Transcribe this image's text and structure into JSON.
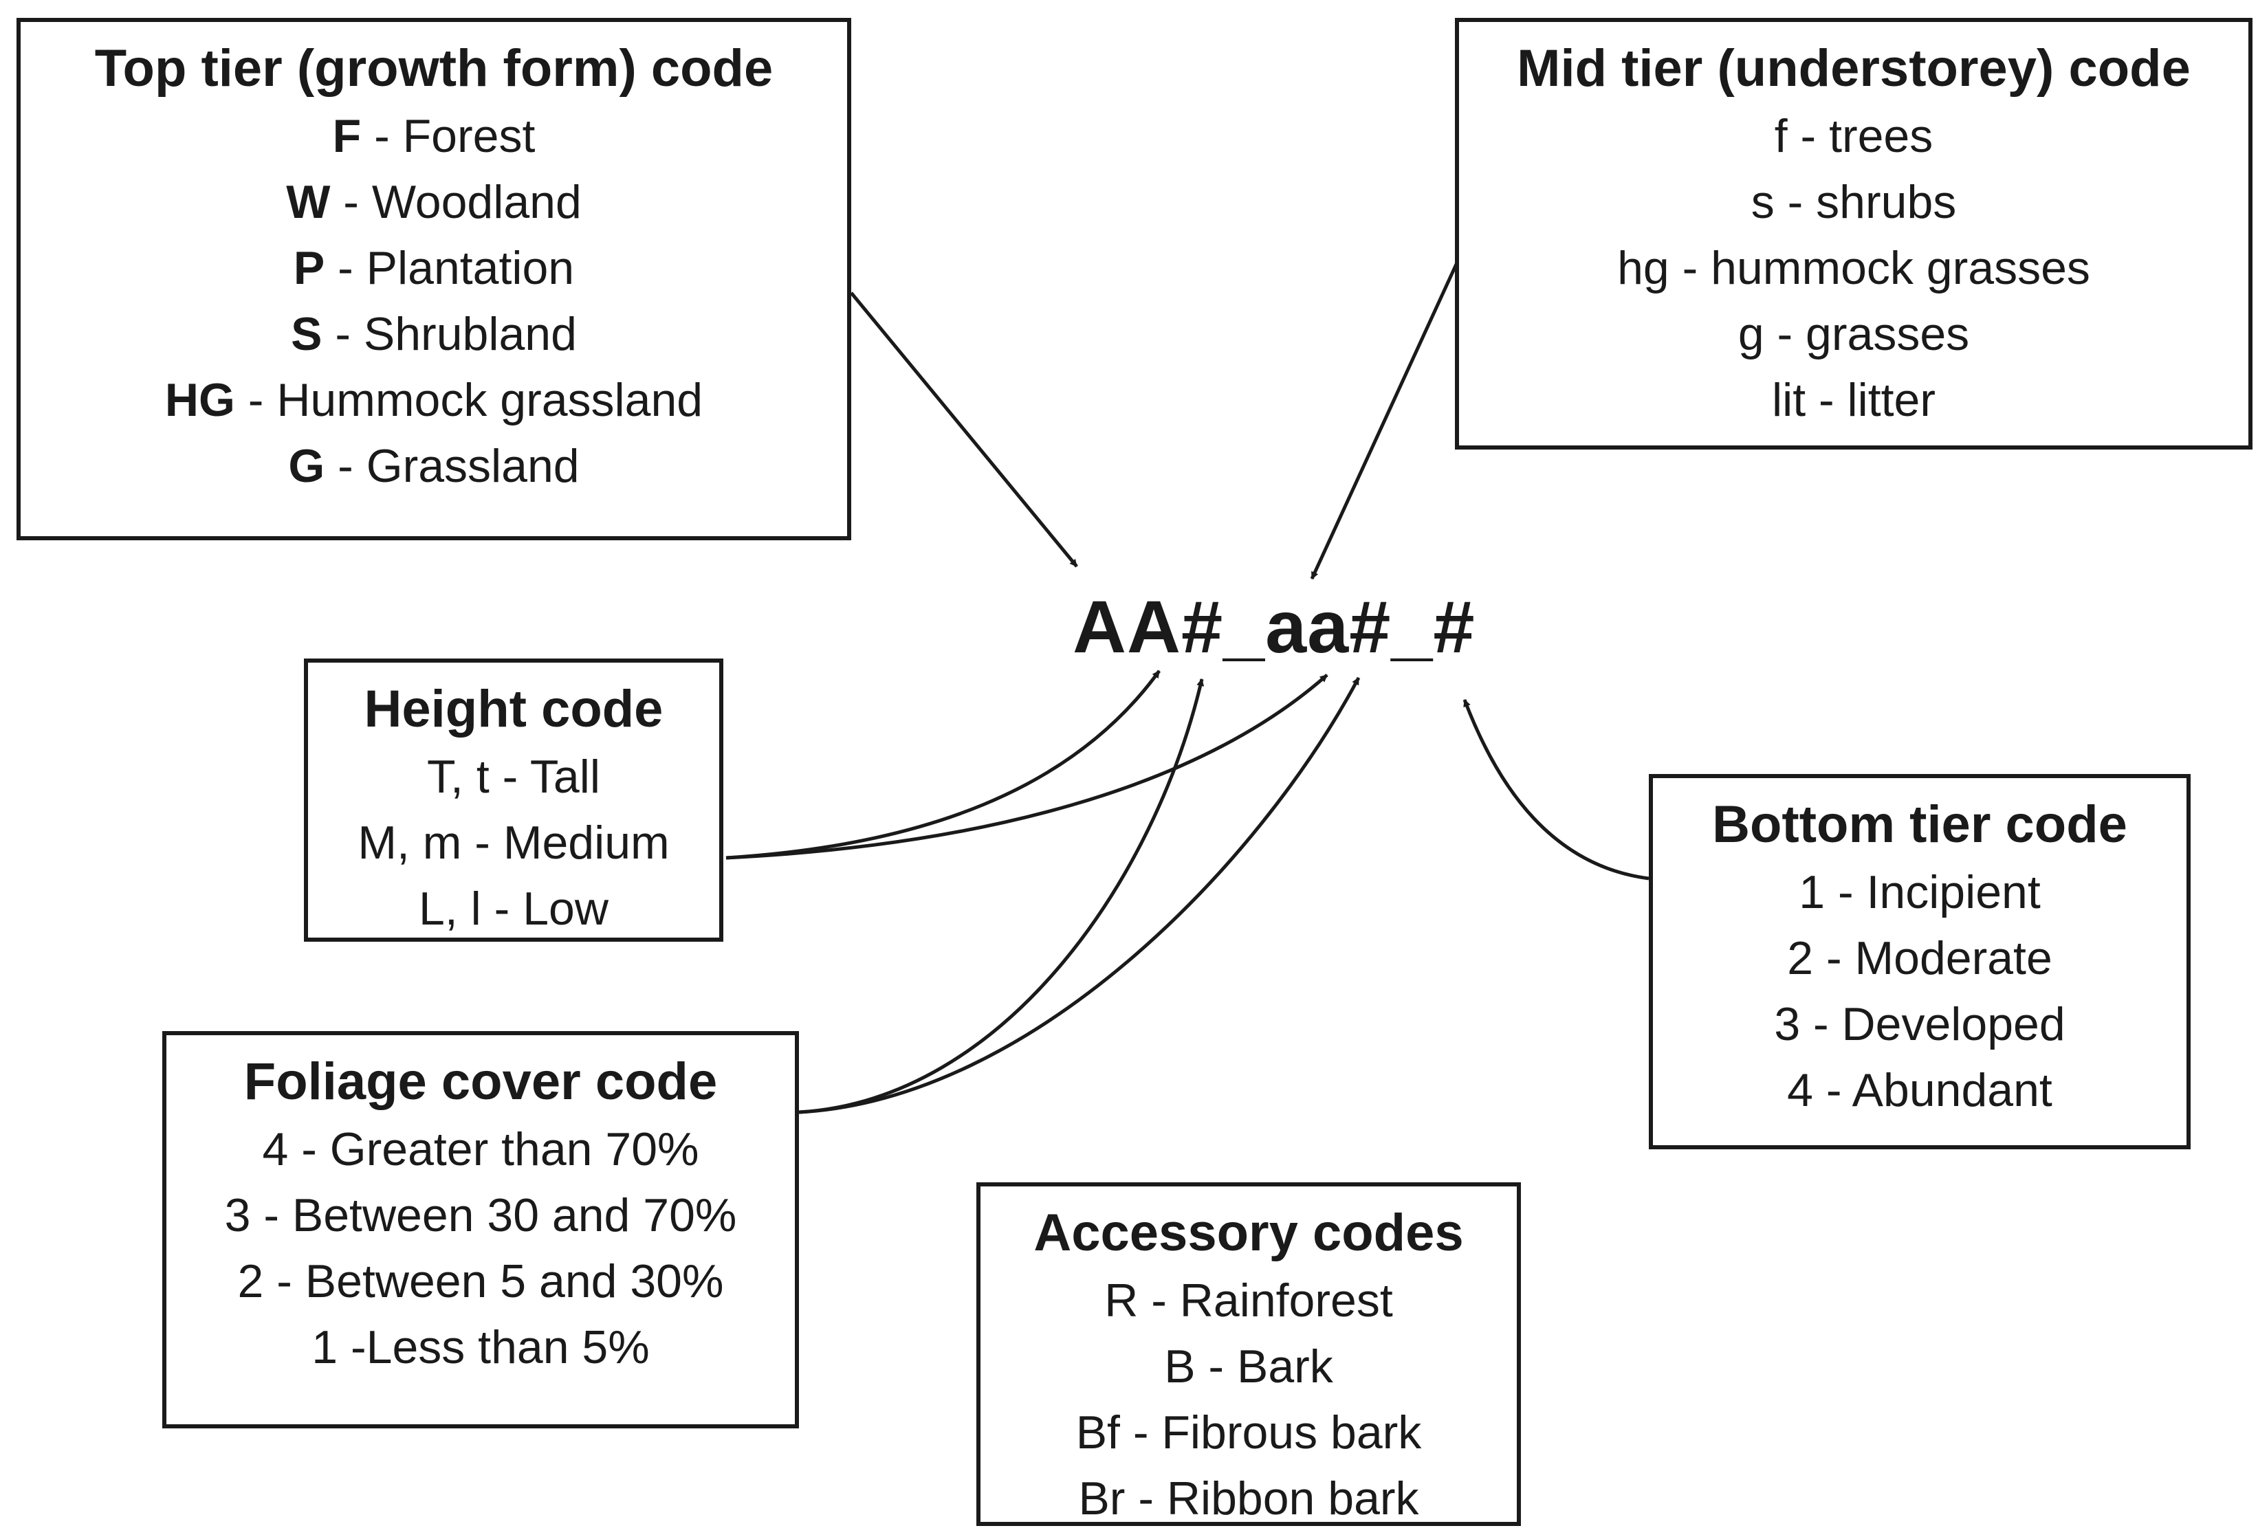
{
  "code_label": "AA#_aa#_#",
  "top_tier": {
    "title": "Top tier (growth form) code",
    "items": [
      {
        "code": "F",
        "label": " - Forest"
      },
      {
        "code": "W",
        "label": " - Woodland"
      },
      {
        "code": "P",
        "label": " - Plantation"
      },
      {
        "code": "S",
        "label": " - Shrubland"
      },
      {
        "code": "HG",
        "label": " - Hummock grassland"
      },
      {
        "code": "G",
        "label": " - Grassland"
      }
    ]
  },
  "mid_tier": {
    "title": "Mid tier (understorey) code",
    "items": [
      "f - trees",
      "s - shrubs",
      "hg - hummock grasses",
      "g - grasses",
      "lit - litter"
    ]
  },
  "height": {
    "title": "Height code",
    "items": [
      "T, t - Tall",
      "M, m - Medium",
      "L, l - Low"
    ]
  },
  "foliage": {
    "title": "Foliage cover code",
    "items": [
      "4 - Greater than 70%",
      "3 - Between 30 and 70%",
      "2 - Between 5 and 30%",
      "1 -Less than 5%"
    ]
  },
  "bottom_tier": {
    "title": "Bottom tier code",
    "items": [
      "1 - Incipient",
      "2 - Moderate",
      "3 - Developed",
      "4 - Abundant"
    ]
  },
  "accessory": {
    "title": "Accessory codes",
    "items": [
      "R - Rainforest",
      "B - Bark",
      "Bf - Fibrous bark",
      "Br - Ribbon bark"
    ]
  },
  "colors": {
    "line": "#1a1a1a",
    "background": "#ffffff"
  }
}
